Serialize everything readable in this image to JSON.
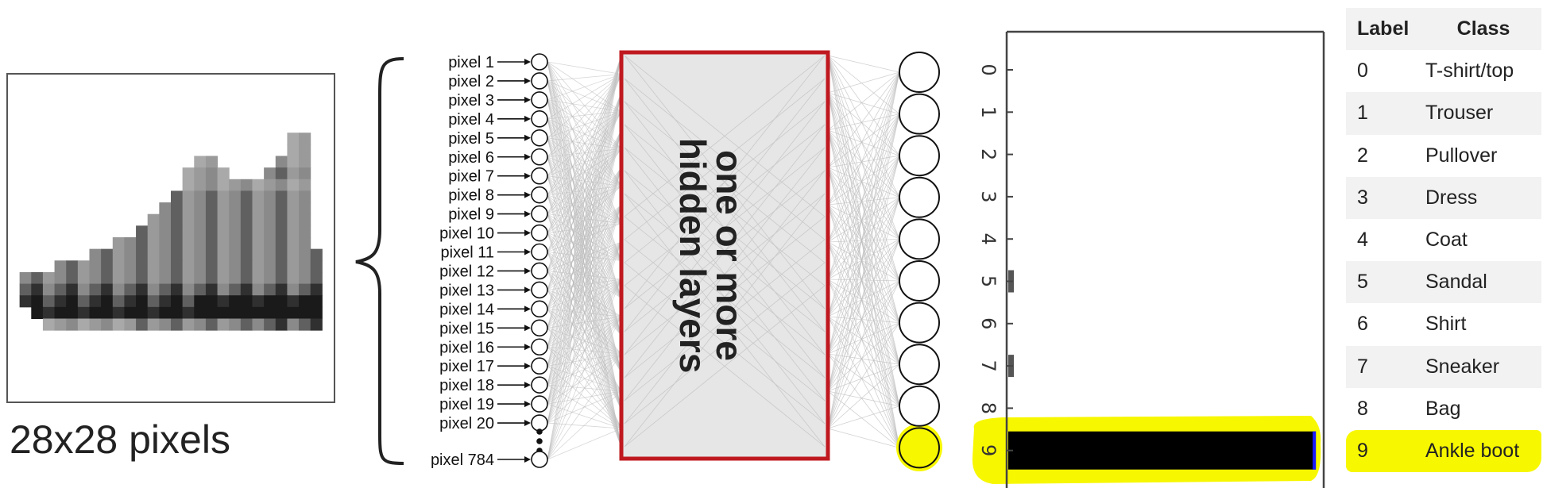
{
  "image_caption": "28x28 pixels",
  "input_labels": [
    "pixel 1",
    "pixel 2",
    "pixel 3",
    "pixel 4",
    "pixel 5",
    "pixel 6",
    "pixel 7",
    "pixel 8",
    "pixel 9",
    "pixel 10",
    "pixel 11",
    "pixel 12",
    "pixel 13",
    "pixel 14",
    "pixel 15",
    "pixel 16",
    "pixel 17",
    "pixel 18",
    "pixel 19",
    "pixel 20"
  ],
  "last_input_label": "pixel 784",
  "hidden_label_lines": [
    "one or more",
    "hidden layers"
  ],
  "output_labels": [
    "0",
    "1",
    "2",
    "3",
    "4",
    "5",
    "6",
    "7",
    "8",
    "9"
  ],
  "output_values": [
    0,
    0,
    0,
    0,
    0,
    0.02,
    0,
    0.02,
    0,
    0.98
  ],
  "predicted_class": "9",
  "colors": {
    "highlight": "#f7f700",
    "hidden_box": "#c0181f",
    "bar": "#000000"
  },
  "table": {
    "headers": [
      "Label",
      "Class"
    ],
    "rows": [
      [
        "0",
        "T-shirt/top"
      ],
      [
        "1",
        "Trouser"
      ],
      [
        "2",
        "Pullover"
      ],
      [
        "3",
        "Dress"
      ],
      [
        "4",
        "Coat"
      ],
      [
        "5",
        "Sandal"
      ],
      [
        "6",
        "Shirt"
      ],
      [
        "7",
        "Sneaker"
      ],
      [
        "8",
        "Bag"
      ],
      [
        "9",
        "Ankle boot"
      ]
    ],
    "highlight_index": 9
  }
}
